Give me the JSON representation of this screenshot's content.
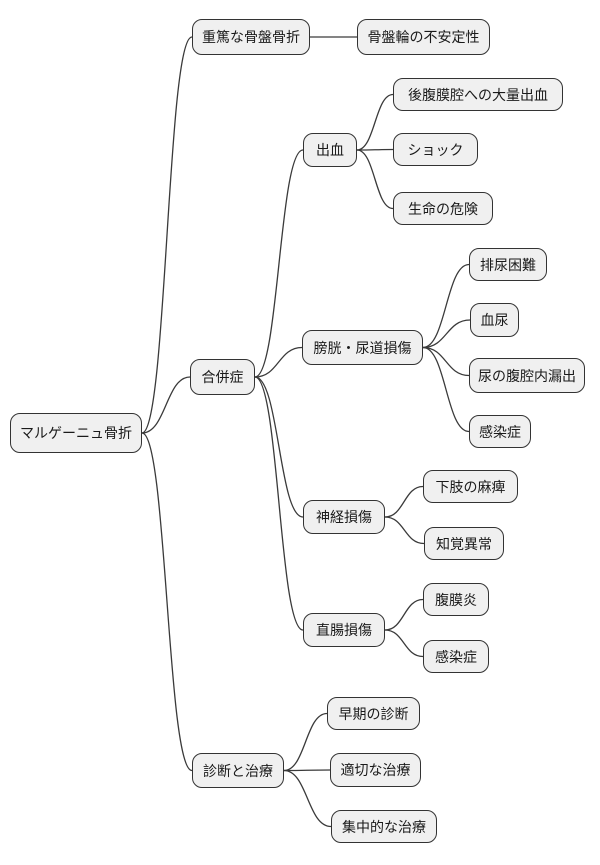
{
  "diagram": {
    "type": "mindmap",
    "direction": "left-to-right",
    "background": "#ffffff",
    "colors": {
      "node_fill": "#f0f0f0",
      "node_border": "#333333",
      "edge": "#3a3a3a",
      "text": "#1a1a1a"
    }
  },
  "nodes": [
    {
      "id": "root",
      "label": "マルゲーニュ骨折",
      "parent": null
    },
    {
      "id": "severe-fracture",
      "label": "重篤な骨盤骨折",
      "parent": "root"
    },
    {
      "id": "ring-instability",
      "label": "骨盤輪の不安定性",
      "parent": "severe-fracture"
    },
    {
      "id": "complications",
      "label": "合併症",
      "parent": "root"
    },
    {
      "id": "bleeding",
      "label": "出血",
      "parent": "complications"
    },
    {
      "id": "retroperitoneal-hemorrhage",
      "label": "後腹膜腔への大量出血",
      "parent": "bleeding"
    },
    {
      "id": "shock",
      "label": "ショック",
      "parent": "bleeding"
    },
    {
      "id": "life-threat",
      "label": "生命の危険",
      "parent": "bleeding"
    },
    {
      "id": "bladder-urethra-injury",
      "label": "膀胱・尿道損傷",
      "parent": "complications"
    },
    {
      "id": "dysuria",
      "label": "排尿困難",
      "parent": "bladder-urethra-injury"
    },
    {
      "id": "hematuria",
      "label": "血尿",
      "parent": "bladder-urethra-injury"
    },
    {
      "id": "urine-leakage",
      "label": "尿の腹腔内漏出",
      "parent": "bladder-urethra-injury"
    },
    {
      "id": "infection-urinary",
      "label": "感染症",
      "parent": "bladder-urethra-injury"
    },
    {
      "id": "nerve-injury",
      "label": "神経損傷",
      "parent": "complications"
    },
    {
      "id": "leg-paralysis",
      "label": "下肢の麻痺",
      "parent": "nerve-injury"
    },
    {
      "id": "sensory-abnormality",
      "label": "知覚異常",
      "parent": "nerve-injury"
    },
    {
      "id": "rectal-injury",
      "label": "直腸損傷",
      "parent": "complications"
    },
    {
      "id": "peritonitis",
      "label": "腹膜炎",
      "parent": "rectal-injury"
    },
    {
      "id": "infection-rectal",
      "label": "感染症",
      "parent": "rectal-injury"
    },
    {
      "id": "diagnosis-treatment",
      "label": "診断と治療",
      "parent": "root"
    },
    {
      "id": "early-diagnosis",
      "label": "早期の診断",
      "parent": "diagnosis-treatment"
    },
    {
      "id": "appropriate-treatment",
      "label": "適切な治療",
      "parent": "diagnosis-treatment"
    },
    {
      "id": "intensive-treatment",
      "label": "集中的な治療",
      "parent": "diagnosis-treatment"
    }
  ]
}
